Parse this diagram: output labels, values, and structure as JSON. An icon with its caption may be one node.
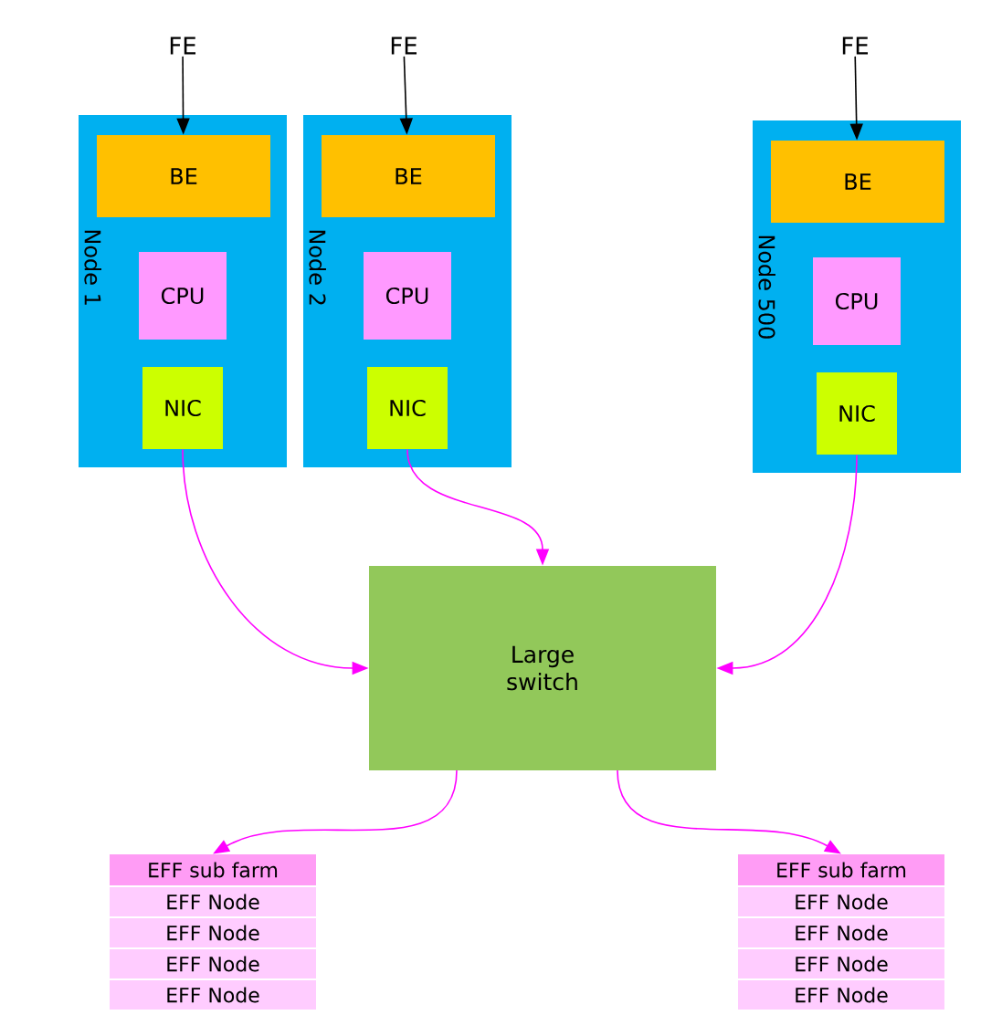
{
  "diagram": {
    "nodes": [
      {
        "text": [
          "FE"
        ]
      },
      {
        "text": [
          "FE"
        ]
      },
      {
        "text": [
          "FE"
        ]
      },
      {
        "text": [
          "Node 1"
        ]
      },
      {
        "text": [
          "BE"
        ],
        "in": 3
      },
      {
        "text": [
          "CPU"
        ],
        "in": 3
      },
      {
        "text": [
          "NIC"
        ],
        "in": 3
      },
      {
        "text": [
          "Node 2"
        ]
      },
      {
        "text": [
          "BE"
        ],
        "in": 7
      },
      {
        "text": [
          "CPU"
        ],
        "in": 7
      },
      {
        "text": [
          "NIC"
        ],
        "in": 7
      },
      {
        "text": [
          "Node 500"
        ]
      },
      {
        "text": [
          "BE"
        ],
        "in": 11
      },
      {
        "text": [
          "CPU"
        ],
        "in": 11
      },
      {
        "text": [
          "NIC"
        ],
        "in": 11
      },
      {
        "text": [
          "Large switch"
        ]
      },
      {
        "text": [
          "EFF sub farm"
        ]
      },
      {
        "text": [
          "EFF Node"
        ]
      },
      {
        "text": [
          "EFF Node"
        ]
      },
      {
        "text": [
          "EFF Node"
        ]
      },
      {
        "text": [
          "EFF Node"
        ]
      },
      {
        "text": [
          "EFF sub farm"
        ]
      },
      {
        "text": [
          "EFF Node"
        ]
      },
      {
        "text": [
          "EFF Node"
        ]
      },
      {
        "text": [
          "EFF Node"
        ]
      },
      {
        "text": [
          "EFF Node"
        ]
      }
    ],
    "edges": [
      {
        "from": 0,
        "to": 4,
        "arrow": "to",
        "color": "#000000"
      },
      {
        "from": 1,
        "to": 8,
        "arrow": "to",
        "color": "#000000"
      },
      {
        "from": 2,
        "to": 12,
        "arrow": "to",
        "color": "#000000"
      },
      {
        "from": 6,
        "to": 15,
        "arrow": "to"
      },
      {
        "from": 10,
        "to": 15,
        "arrow": "to"
      },
      {
        "from": 14,
        "to": 15,
        "arrow": "to"
      },
      {
        "from": 15,
        "to": 16,
        "arrow": "to"
      },
      {
        "from": 15,
        "to": 21,
        "arrow": "to"
      }
    ]
  }
}
